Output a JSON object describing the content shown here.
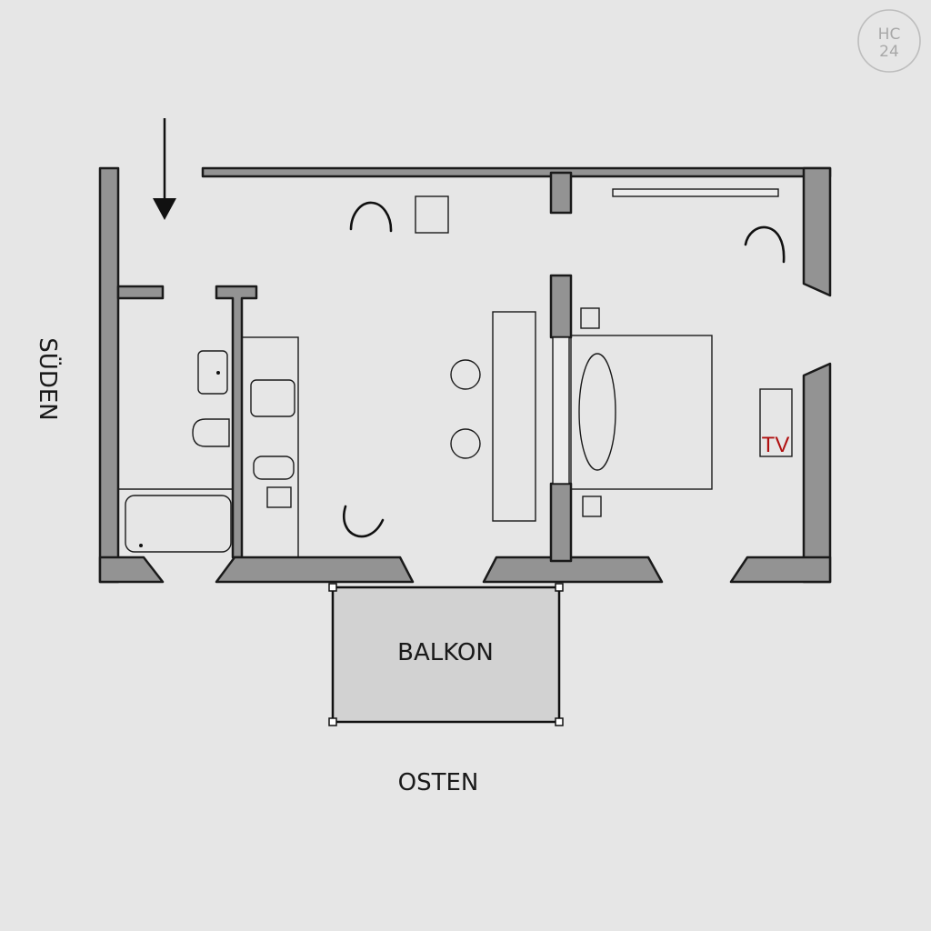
{
  "logo": {
    "line1": "HC",
    "line2": "24"
  },
  "labels": {
    "left_side": "SÜDEN",
    "bottom_side": "OSTEN",
    "balcony": "BALKON",
    "tv": "TV"
  },
  "icons": {
    "entrance": "entrance-arrow-icon",
    "logo": "hc24-logo-icon"
  },
  "colors": {
    "background": "#e6e6e6",
    "wall": "#939393",
    "balcony": "#d2d2d2",
    "tv_text": "#b01010",
    "logo": "#a8a8a8"
  }
}
